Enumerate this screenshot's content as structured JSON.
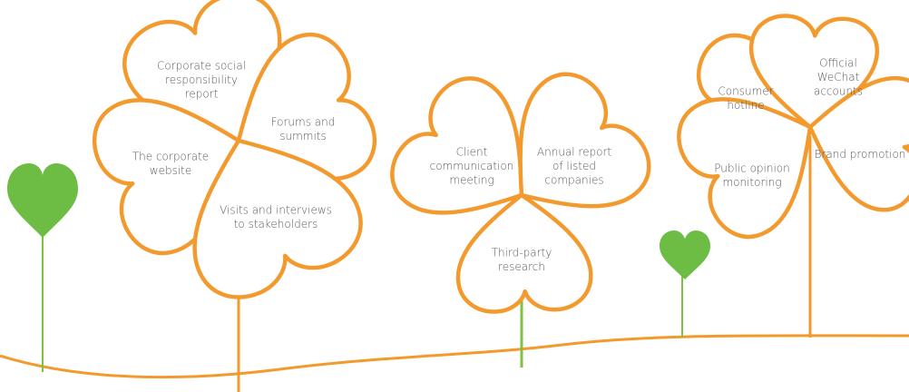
{
  "colors": {
    "petal_stroke": "#f39a2e",
    "stem_orange": "#f39a2e",
    "stem_green": "#7fc242",
    "heart_green": "#6dbd45",
    "ground_line": "#f39a2e",
    "text": "#5a5a5a"
  },
  "flowers": [
    {
      "name": "four-leaf-flower-left",
      "petals": [
        {
          "lines": [
            "Corporate social",
            "responsibility",
            "report"
          ]
        },
        {
          "lines": [
            "Forums and",
            "summits"
          ]
        },
        {
          "lines": [
            "The corporate",
            "website"
          ]
        },
        {
          "lines": [
            "Visits and interviews",
            "to stakeholders"
          ]
        }
      ]
    },
    {
      "name": "three-leaf-flower-center",
      "petals": [
        {
          "lines": [
            "Client",
            "communication",
            "meeting"
          ]
        },
        {
          "lines": [
            "Annual report",
            "of listed",
            "companies"
          ]
        },
        {
          "lines": [
            "Third-party",
            "research"
          ]
        }
      ]
    },
    {
      "name": "four-leaf-flower-right",
      "petals": [
        {
          "lines": [
            "Consumer",
            "hotline"
          ]
        },
        {
          "lines": [
            "Official",
            "WeChat",
            "accounts"
          ]
        },
        {
          "lines": [
            "Public opinion",
            "monitoring"
          ]
        },
        {
          "lines": [
            "Brand promotion"
          ]
        }
      ]
    }
  ],
  "hearts": [
    {
      "name": "green-heart-left",
      "icon": "heart-icon"
    },
    {
      "name": "green-heart-right",
      "icon": "heart-icon"
    }
  ]
}
